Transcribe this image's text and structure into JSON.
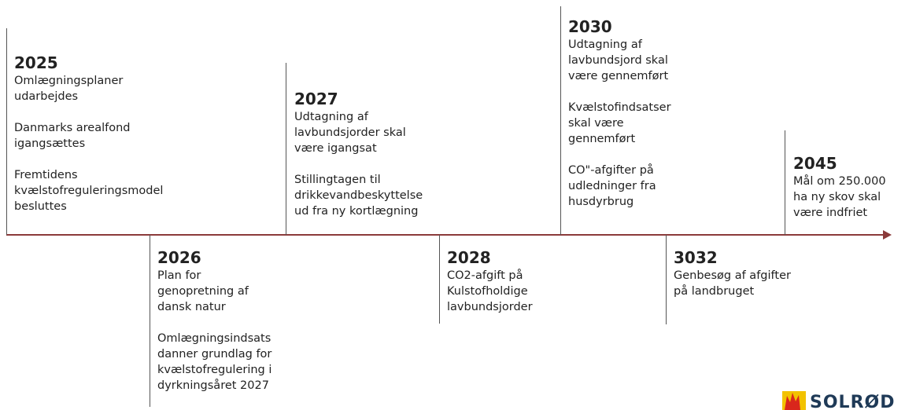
{
  "timeline": {
    "milestones": [
      {
        "year": "2025",
        "items": [
          "Omlægningsplaner\nudarbejdes",
          "Danmarks arealfond\nigangsættes",
          "Fremtidens\nkvælstofreguleringsmodel\nbesluttes"
        ]
      },
      {
        "year": "2026",
        "items": [
          "Plan for\ngenopretning af\ndansk natur",
          "Omlægningsindsats\ndanner grundlag for\nkvælstofregulering i\ndyrkningsåret 2027"
        ]
      },
      {
        "year": "2027",
        "items": [
          "Udtagning af\nlavbundsjorder skal\nvære igangsat",
          "Stillingtagen til\ndrikkevandbeskyttelse\nud fra ny kortlægning"
        ]
      },
      {
        "year": "2028",
        "items": [
          "CO2-afgift på\nKulstofholdige\nlavbundsjorder"
        ]
      },
      {
        "year": "2030",
        "items": [
          "Udtagning af\nlavbundsjord skal\nvære gennemført",
          "Kvælstofindsatser\nskal være\ngennemført",
          "CO\"-afgifter på\nudledninger fra\nhusdyrbrug"
        ]
      },
      {
        "year": "3032",
        "items": [
          "Genbesøg af afgifter\npå landbruget"
        ]
      },
      {
        "year": "2045",
        "items": [
          "Mål om 250.000\nha ny skov skal\nvære indfriet"
        ]
      }
    ]
  },
  "logo": {
    "text": "SOLRØD",
    "colors": {
      "yellow": "#f2c200",
      "red": "#d9261c",
      "text": "#1f3a57"
    }
  },
  "colors": {
    "axis": "#8b3a3a",
    "tick": "#555555",
    "text": "#222222"
  }
}
